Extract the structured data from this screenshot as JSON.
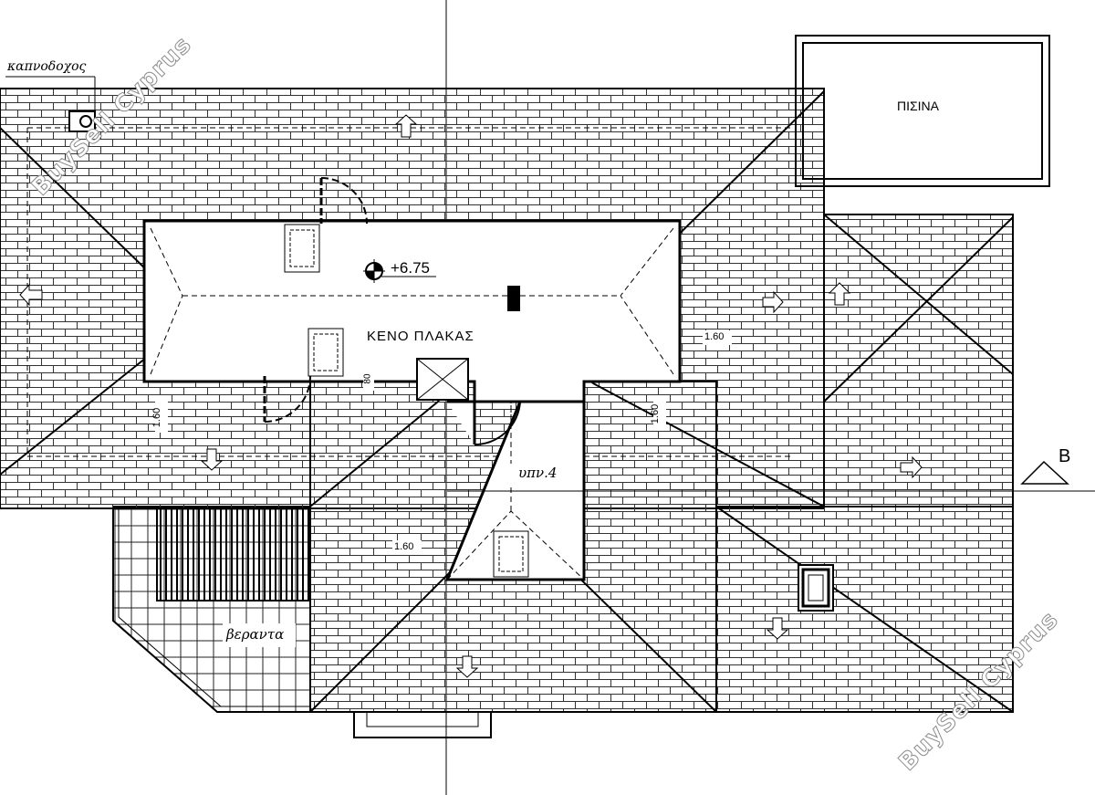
{
  "labels": {
    "chimney": "καπνοδοχος",
    "pool": "ΠΙΣΙΝΑ",
    "level": "+6.75",
    "slab_void": "ΚΕΝΟ ΠΛΑΚΑΣ",
    "bedroom": "υπν.4",
    "veranda": "βεραντα",
    "section_marker": "B",
    "dim_a": "1.60",
    "dim_b": "1.60",
    "dim_c": "1.60",
    "dim_d": "1.60",
    "dim_e": "80"
  },
  "watermarks": [
    "BuySell Cyprus",
    "BuySell Cyprus"
  ],
  "colors": {
    "line": "#000000",
    "tile_line": "#333333",
    "watermark_outline": "#8c8c8c"
  }
}
